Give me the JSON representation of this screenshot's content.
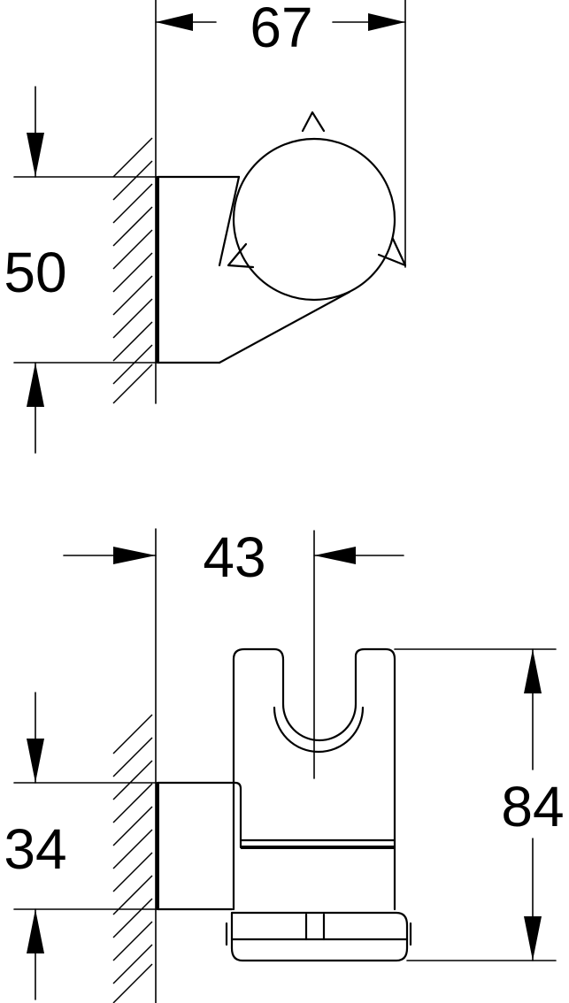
{
  "top_view": {
    "width_dim": "67",
    "height_dim": "50"
  },
  "side_view": {
    "projection_dim": "43",
    "mount_height_dim": "34",
    "total_height_dim": "84"
  }
}
